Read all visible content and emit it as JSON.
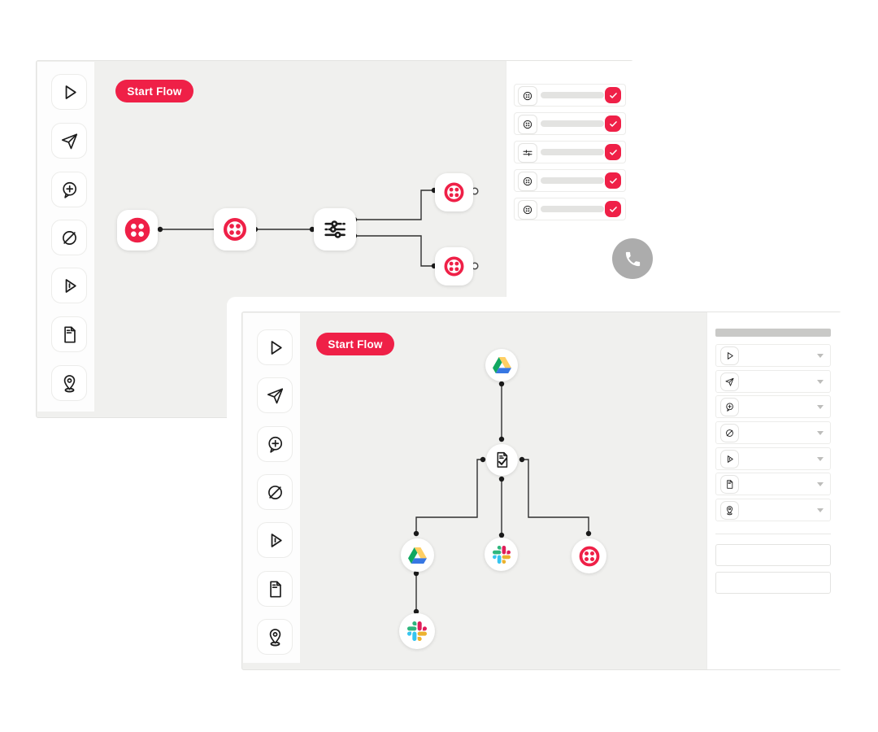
{
  "illustration": {
    "description": "Two overlapping flow-builder app windows",
    "colors": {
      "accent_red": "#EF2047",
      "canvas_gray": "#F0F0EE",
      "panel_white": "#FFFFFF",
      "border_gray": "#E3E3E1",
      "connector_line": "#2F2F2F",
      "placeholder_bar": "#E3E3E1",
      "title_bar": "#C9C9C7",
      "phone_fab_gray": "#ACACAC",
      "slack": [
        "#36C5F0",
        "#2EB67D",
        "#ECB22E",
        "#E01E5A"
      ],
      "google_drive": [
        "#11A861",
        "#FFCF63",
        "#3777E3"
      ]
    }
  },
  "back_window": {
    "start_flow_label": "Start Flow",
    "toolbar_icons": [
      "play-icon",
      "send-icon",
      "chat-add-icon",
      "disable-icon",
      "play-alert-icon",
      "document-icon",
      "location-icon"
    ],
    "flow_nodes": [
      {
        "id": "start",
        "icon": "twilio-solid-icon"
      },
      {
        "id": "step-2",
        "icon": "twilio-icon"
      },
      {
        "id": "split",
        "icon": "sliders-icon"
      },
      {
        "id": "branch-top",
        "icon": "twilio-icon"
      },
      {
        "id": "branch-bottom",
        "icon": "twilio-icon"
      }
    ],
    "panel_items": [
      {
        "icon": "twilio-icon",
        "checked": true
      },
      {
        "icon": "twilio-icon",
        "checked": true
      },
      {
        "icon": "sliders-icon",
        "checked": true
      },
      {
        "icon": "twilio-icon",
        "checked": true
      },
      {
        "icon": "twilio-icon",
        "checked": true
      }
    ],
    "phone_fab_icon": "phone-icon"
  },
  "front_window": {
    "start_flow_label": "Start Flow",
    "toolbar_icons": [
      "play-icon",
      "send-icon",
      "chat-add-icon",
      "disable-icon",
      "play-alert-icon",
      "document-icon",
      "location-icon"
    ],
    "flow_nodes": [
      {
        "id": "drive-top",
        "icon": "google-drive-icon"
      },
      {
        "id": "document-check",
        "icon": "document-check-icon"
      },
      {
        "id": "drive-left",
        "icon": "google-drive-icon"
      },
      {
        "id": "slack-middle",
        "icon": "slack-icon"
      },
      {
        "id": "twilio-right",
        "icon": "twilio-icon"
      },
      {
        "id": "slack-bottom",
        "icon": "slack-icon"
      }
    ],
    "panel": {
      "title_placeholder": true,
      "rows": [
        {
          "icon": "play-icon"
        },
        {
          "icon": "send-icon"
        },
        {
          "icon": "chat-add-icon"
        },
        {
          "icon": "disable-icon"
        },
        {
          "icon": "play-alert-icon"
        },
        {
          "icon": "document-icon"
        },
        {
          "icon": "location-icon"
        }
      ],
      "inputs": [
        {
          "value": ""
        },
        {
          "value": ""
        }
      ]
    }
  }
}
